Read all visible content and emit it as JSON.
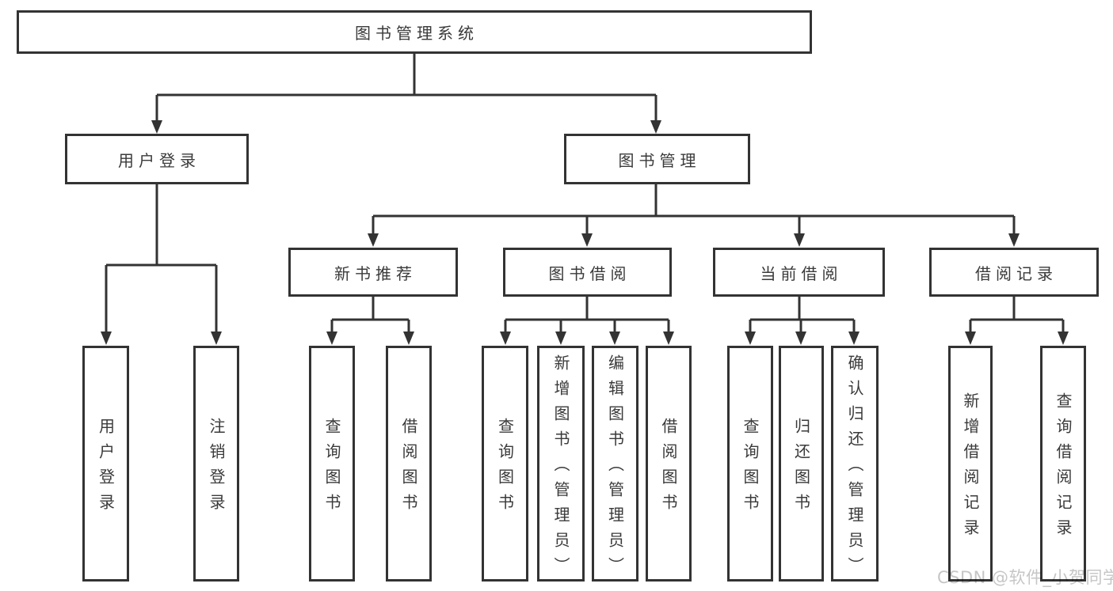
{
  "diagram": {
    "title": "图书管理系统",
    "root": {
      "label": "图书管理系统"
    },
    "branches": [
      {
        "label": "用户登录",
        "children": [
          {
            "label": "用户登录"
          },
          {
            "label": "注销登录"
          }
        ]
      },
      {
        "label": "图书管理",
        "children": [
          {
            "label": "新书推荐",
            "children": [
              {
                "label": "查询图书"
              },
              {
                "label": "借阅图书"
              }
            ]
          },
          {
            "label": "图书借阅",
            "children": [
              {
                "label": "查询图书"
              },
              {
                "label": "新增图书（管理员）"
              },
              {
                "label": "编辑图书（管理员）"
              },
              {
                "label": "借阅图书"
              }
            ]
          },
          {
            "label": "当前借阅",
            "children": [
              {
                "label": "查询图书"
              },
              {
                "label": "归还图书"
              },
              {
                "label": "确认归还（管理员）"
              }
            ]
          },
          {
            "label": "借阅记录",
            "children": [
              {
                "label": "新增借阅记录"
              },
              {
                "label": "查询借阅记录"
              }
            ]
          }
        ]
      }
    ]
  },
  "watermark": {
    "text": "CSDN @软件_小贺同学"
  },
  "colors": {
    "line": "#333333",
    "border": "#333333",
    "text": "#3a3a3a",
    "node_fill": "#ffffff",
    "watermark": "#c6c6c6",
    "background": "#ffffff"
  }
}
